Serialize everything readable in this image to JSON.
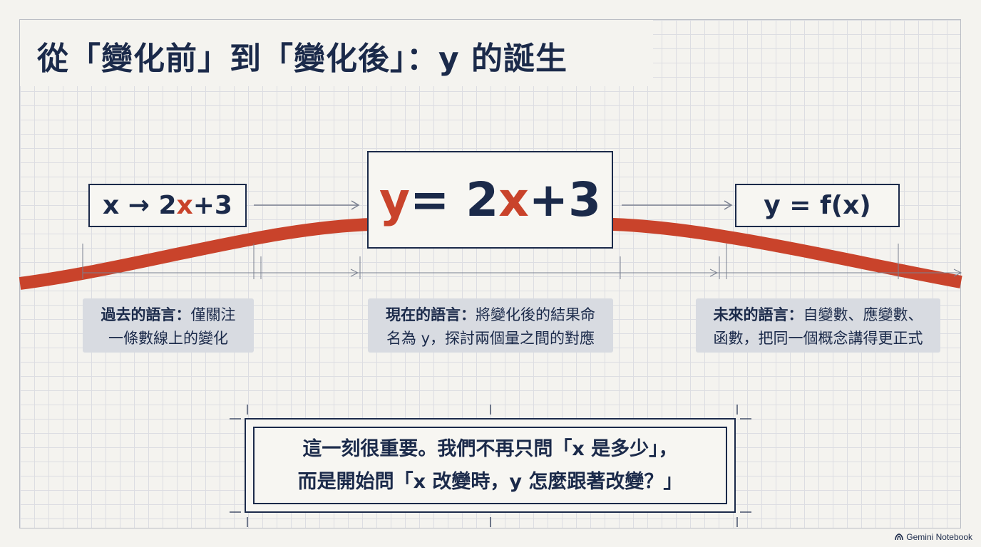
{
  "title": "從「變化前」到「變化後」：y 的誕生",
  "boxes": {
    "left": {
      "prefix": "x → 2",
      "accent": "x",
      "suffix": "+3"
    },
    "center": {
      "var": "y",
      "middle": " = 2",
      "accent": "x",
      "suffix": "+3"
    },
    "right": {
      "text": "y = f(x)"
    }
  },
  "captions": {
    "past": {
      "label": "過去的語言：",
      "line1": "僅關注",
      "line2": "一條數線上的變化"
    },
    "present": {
      "label": "現在的語言：",
      "line1": "將變化後的結果命",
      "line2": "名為 y，探討兩個量之間的對應"
    },
    "future": {
      "label": "未來的語言：",
      "line1": "自變數、應變數、",
      "line2": "函數，把同一個概念講得更正式"
    }
  },
  "note": {
    "line1": "這一刻很重要。我們不再只問「x 是多少」，",
    "line2": "而是開始問「x 改變時，y 怎麼跟著改變？」"
  },
  "footer": {
    "brand": "Gemini Notebook",
    "icon": "gemini-notebook-logo-icon"
  },
  "colors": {
    "navy": "#1b2a4a",
    "accent": "#c9432b",
    "caption_bg": "#d8dbe1",
    "grid": "#dcdde2"
  }
}
